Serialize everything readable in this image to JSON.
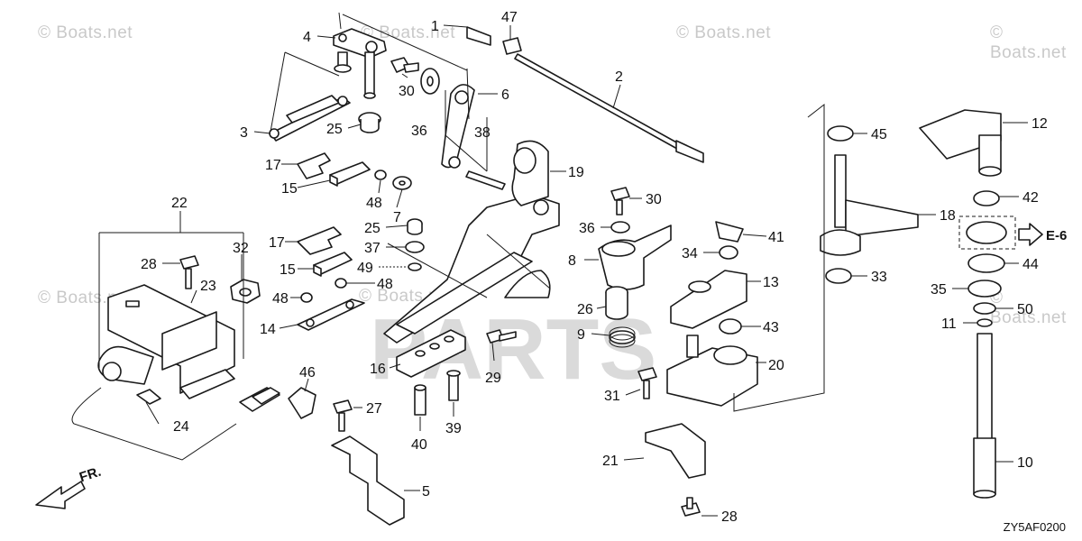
{
  "watermarks": [
    "© Boats.net",
    "© Boats.net",
    "© Boats.net",
    "© Boats.net",
    "© Boats.net",
    "© Boats.net",
    "© Boats.net"
  ],
  "big_watermark": "PARTS",
  "direction_label": "FR.",
  "reference_label": "E-6",
  "diagram_code": "ZY5AF0200",
  "callouts": [
    "1",
    "2",
    "3",
    "4",
    "5",
    "6",
    "7",
    "8",
    "9",
    "10",
    "11",
    "12",
    "13",
    "14",
    "15",
    "15",
    "16",
    "17",
    "17",
    "18",
    "19",
    "20",
    "21",
    "22",
    "23",
    "24",
    "25",
    "25",
    "26",
    "27",
    "28",
    "28",
    "29",
    "30",
    "30",
    "31",
    "32",
    "33",
    "34",
    "35",
    "36",
    "36",
    "37",
    "38",
    "39",
    "40",
    "41",
    "42",
    "43",
    "44",
    "45",
    "46",
    "47",
    "48",
    "48",
    "48",
    "49",
    "50"
  ]
}
